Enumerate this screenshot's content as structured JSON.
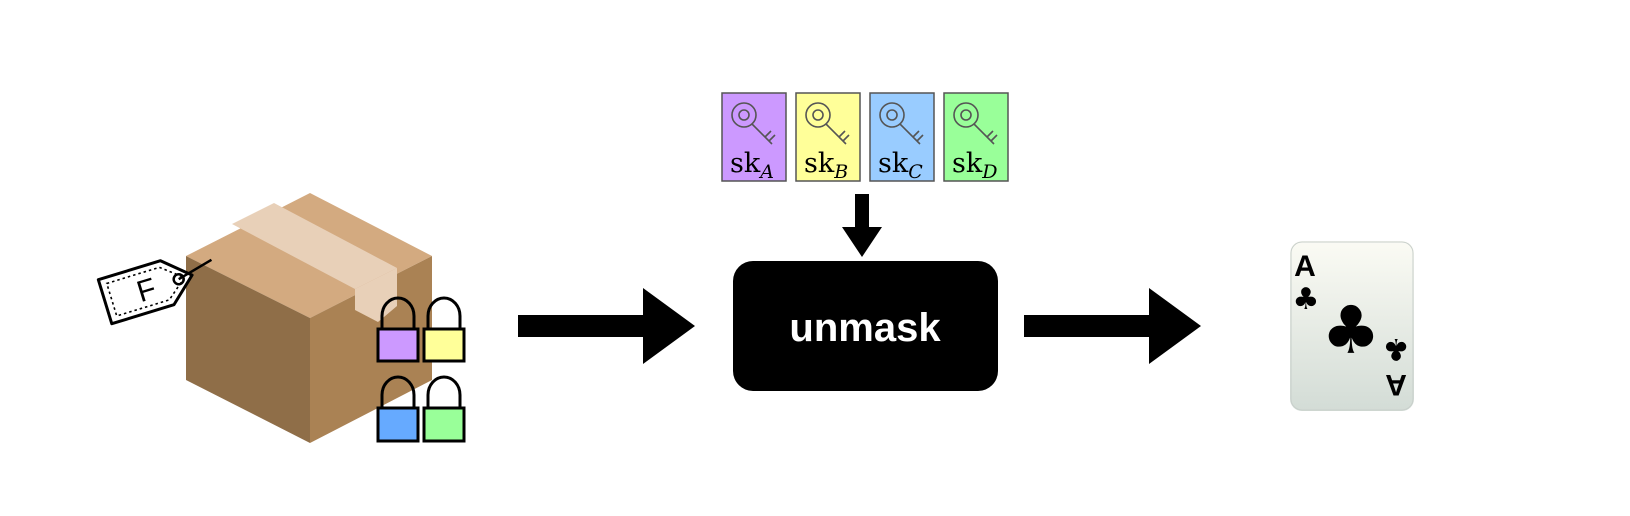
{
  "package": {
    "tag_label": "F",
    "lock_colors": [
      "#cc99ff",
      "#ffff99",
      "#66aaff",
      "#99ff99"
    ]
  },
  "keys": [
    {
      "base": "sk",
      "subscript": "A",
      "color": "#cc99ff"
    },
    {
      "base": "sk",
      "subscript": "B",
      "color": "#ffff99"
    },
    {
      "base": "sk",
      "subscript": "C",
      "color": "#99ccff"
    },
    {
      "base": "sk",
      "subscript": "D",
      "color": "#99ff99"
    }
  ],
  "process": {
    "label": "unmask"
  },
  "card": {
    "rank": "A",
    "suit": "♣"
  }
}
